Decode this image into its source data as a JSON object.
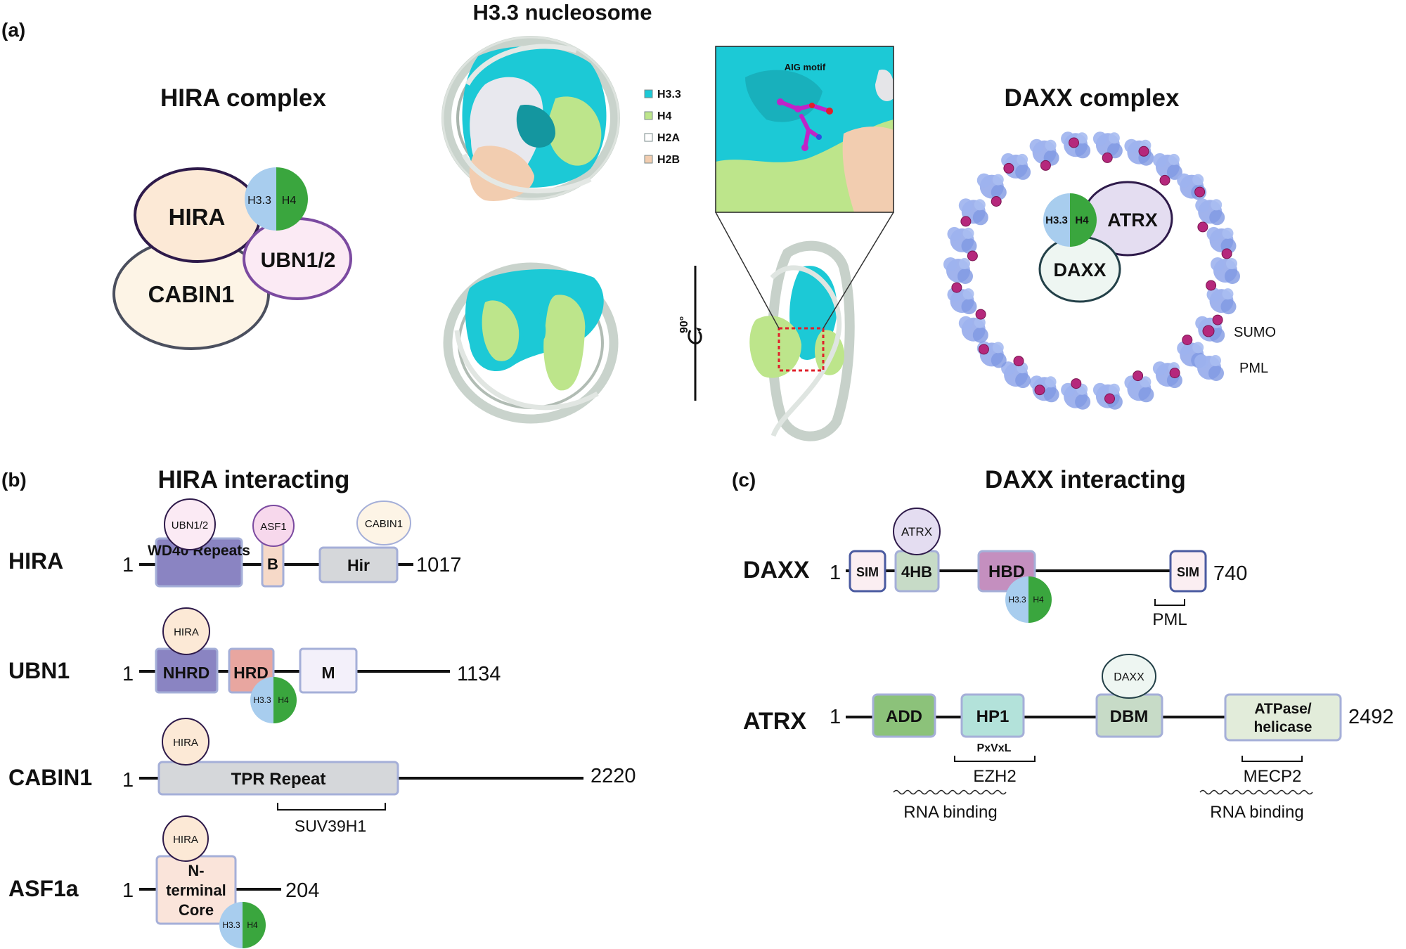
{
  "panel_a": {
    "tag": "(a)",
    "nucleosome_title": "H3.3 nucleosome",
    "hira_complex_title": "HIRA complex",
    "daxx_complex_title": "DAXX complex",
    "hira_node": "HIRA",
    "cabin1_node": "CABIN1",
    "ubn_node": "UBN1/2",
    "atrx_node": "ATRX",
    "daxx_node": "DAXX",
    "h33": "H3.3",
    "h4": "H4",
    "legend": [
      {
        "label": "H3.3",
        "color": "#1cc9d6"
      },
      {
        "label": "H4",
        "color": "#bde58b"
      },
      {
        "label": "H2A",
        "color": "#ffffff"
      },
      {
        "label": "H2B",
        "color": "#f2cdb0"
      }
    ],
    "inset_label": "AIG motif",
    "rotation_label": "90°",
    "sumo_label": "SUMO",
    "pml_label": "PML"
  },
  "panel_b": {
    "tag": "(b)",
    "title": "HIRA interacting",
    "hira": {
      "name": "HIRA",
      "start": "1",
      "end": "1017",
      "domain1": "WD40 Repeats",
      "domain2": "B",
      "domain3": "Hir",
      "partner1": "UBN1/2",
      "partner2": "ASF1",
      "partner3": "CABIN1"
    },
    "ubn1": {
      "name": "UBN1",
      "start": "1",
      "end": "1134",
      "domain1": "NHRD",
      "domain2": "HRD",
      "domain3": "M",
      "partner1": "HIRA"
    },
    "cabin1": {
      "name": "CABIN1",
      "start": "1",
      "end": "2220",
      "domain1": "TPR Repeat",
      "partner1": "HIRA",
      "bracket": "SUV39H1"
    },
    "asf1a": {
      "name": "ASF1a",
      "start": "1",
      "end": "204",
      "domain1_l1": "N-",
      "domain1_l2": "terminal",
      "domain1_l3": "Core",
      "partner1": "HIRA"
    }
  },
  "panel_c": {
    "tag": "(c)",
    "title": "DAXX interacting",
    "daxx": {
      "name": "DAXX",
      "start": "1",
      "end": "740",
      "domain1": "SIM",
      "domain2": "4HB",
      "domain3": "HBD",
      "domain4": "SIM",
      "partner1": "ATRX",
      "bracket": "PML"
    },
    "atrx": {
      "name": "ATRX",
      "start": "1",
      "end": "2492",
      "domain1": "ADD",
      "domain2": "HP1",
      "domain3": "DBM",
      "domain4_l1": "ATPase/",
      "domain4_l2": "helicase",
      "partner1": "DAXX",
      "motif": "PxVxL",
      "bracket1": "EZH2",
      "bracket2": "MECP2",
      "rna1": "RNA binding",
      "rna2": "RNA binding"
    }
  }
}
